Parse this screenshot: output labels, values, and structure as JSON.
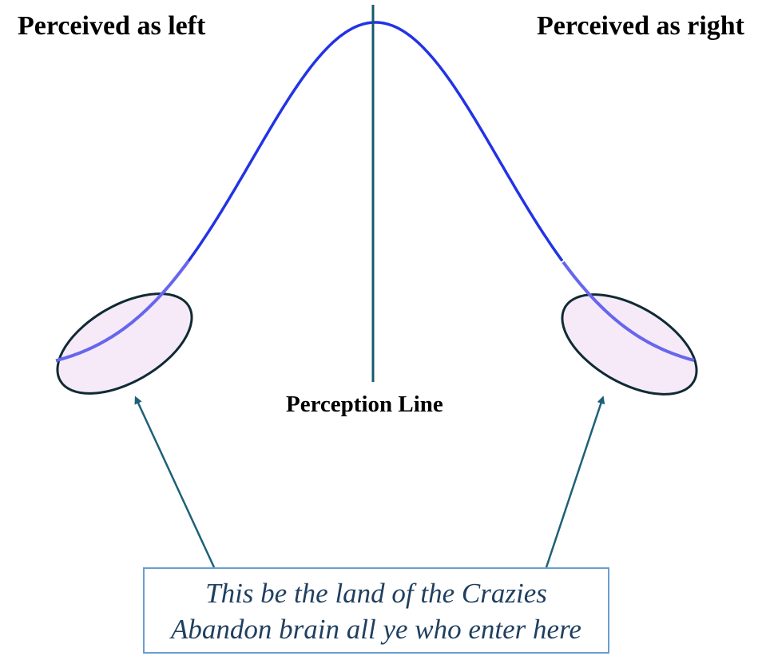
{
  "labels": {
    "left": "Perceived as left",
    "right": "Perceived as right",
    "center": "Perception Line"
  },
  "callout": {
    "line1": "This be the land of the Crazies",
    "line2": "Abandon brain all ye who enter here"
  },
  "colors": {
    "curve": "#2233e6",
    "curve_highlight": "#6666ee",
    "perception_line": "#14586e",
    "ellipse_fill": "#f6eaf8",
    "ellipse_stroke": "#102a33",
    "arrow": "#1e6078",
    "callout_border": "#6a9ecf",
    "callout_text": "#1f3f5f"
  }
}
